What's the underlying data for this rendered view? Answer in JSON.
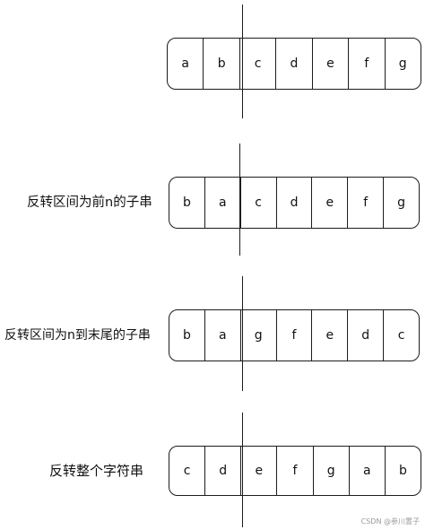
{
  "rows": [
    {
      "cells": [
        "a",
        "b",
        "c",
        "d",
        "e",
        "f",
        "g"
      ]
    },
    {
      "label": "反转区间为前n的子串",
      "cells": [
        "b",
        "a",
        "c",
        "d",
        "e",
        "f",
        "g"
      ]
    },
    {
      "label": "反转区间为n到末尾的子串",
      "cells": [
        "b",
        "a",
        "g",
        "f",
        "e",
        "d",
        "c"
      ]
    },
    {
      "label": "反转整个字符串",
      "cells": [
        "c",
        "d",
        "e",
        "f",
        "g",
        "a",
        "b"
      ]
    }
  ],
  "watermark": "CSDN @参川置子"
}
